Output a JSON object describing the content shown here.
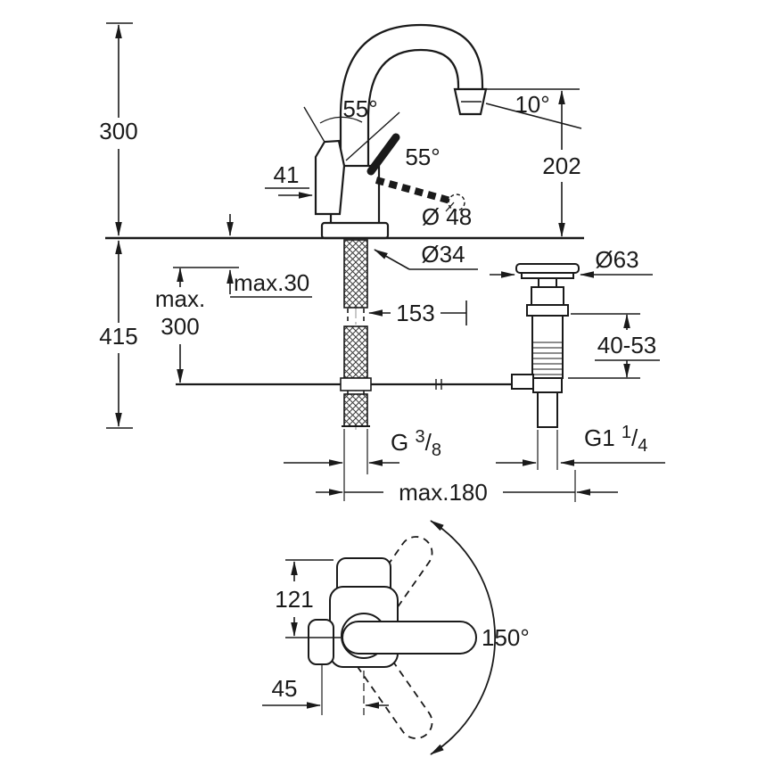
{
  "colors": {
    "ink": "#1a1a1a",
    "paper": "#ffffff"
  },
  "side_view": {
    "height_overall": "300",
    "depth_below": "415",
    "hose_max_line1": "max.",
    "hose_max_line2": "300",
    "deck_max": "max.30",
    "lever_offset": "41",
    "lever_angle_up": "55°",
    "lever_angle_side": "55°",
    "spout_angle": "10°",
    "spout_height": "202",
    "lever_dia": "Ø 48",
    "hole_dia": "Ø34",
    "hose_len": "153",
    "waste_dia": "Ø63",
    "waste_range": "40-53",
    "thread_supply": {
      "prefix": "G ",
      "num": "3",
      "slash": "/",
      "den": "8"
    },
    "thread_waste": {
      "prefix": "G1 ",
      "num": "1",
      "slash": "/",
      "den": "4"
    },
    "max_reach": "max.180"
  },
  "top_view": {
    "body_len": "121",
    "handle_offset": "45",
    "swivel_angle": "150°"
  }
}
